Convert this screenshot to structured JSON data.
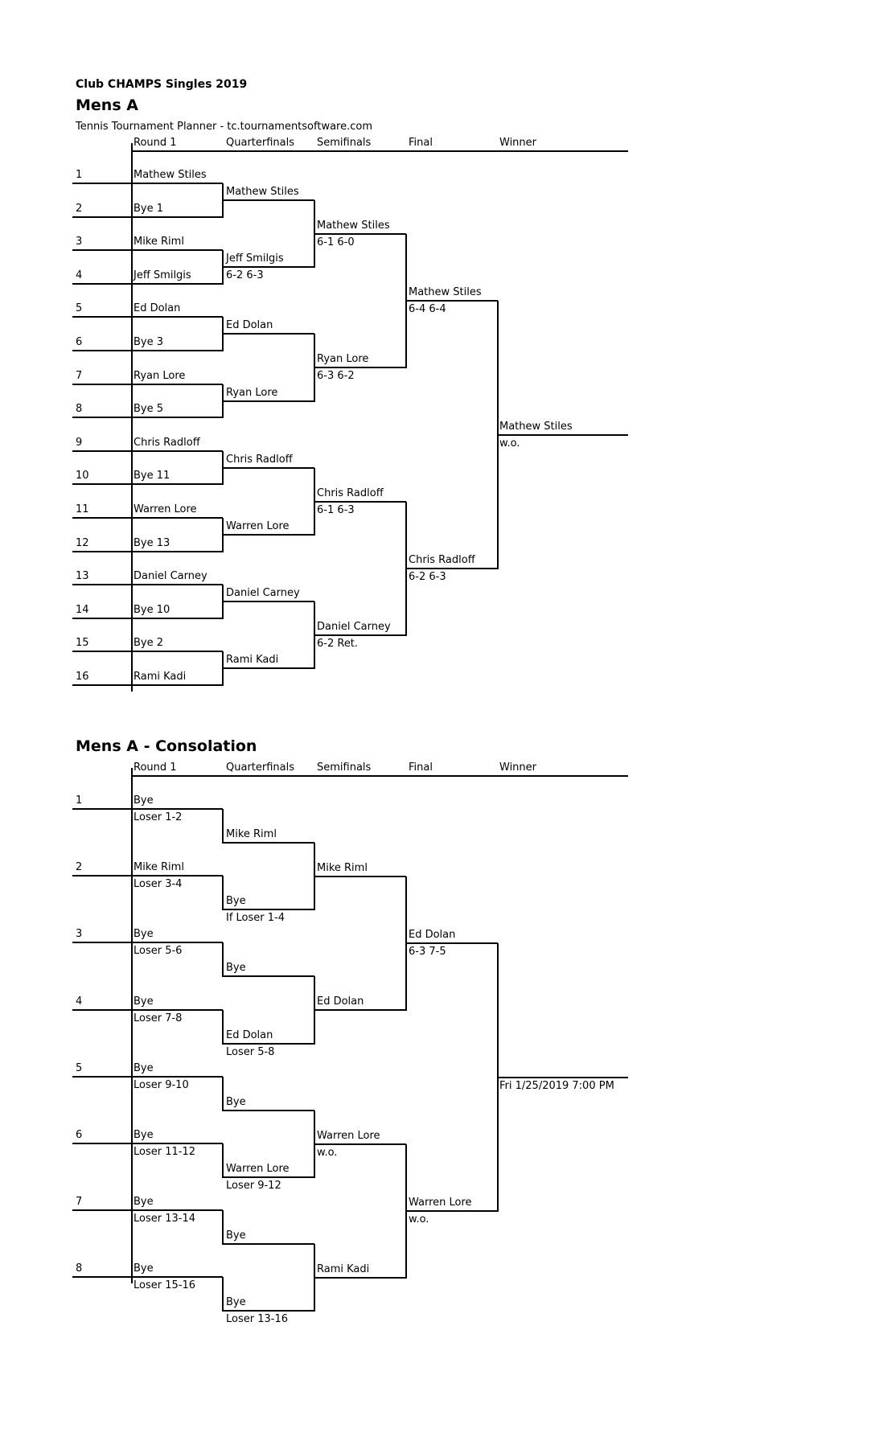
{
  "heading": {
    "club_title": "Club CHAMPS Singles 2019",
    "main_title": "Mens A",
    "software": "Tennis Tournament Planner - tc.tournamentsoftware.com",
    "consolation_title": "Mens A - Consolation"
  },
  "columns": [
    "Round 1",
    "Quarterfinals",
    "Semifinals",
    "Final",
    "Winner"
  ],
  "main_draw": {
    "round1": [
      {
        "num": "1",
        "name": "Mathew Stiles"
      },
      {
        "num": "2",
        "name": "Bye 1"
      },
      {
        "num": "3",
        "name": "Mike Riml"
      },
      {
        "num": "4",
        "name": "Jeff Smilgis"
      },
      {
        "num": "5",
        "name": "Ed Dolan"
      },
      {
        "num": "6",
        "name": "Bye 3"
      },
      {
        "num": "7",
        "name": "Ryan Lore"
      },
      {
        "num": "8",
        "name": "Bye 5"
      },
      {
        "num": "9",
        "name": "Chris Radloff"
      },
      {
        "num": "10",
        "name": "Bye 11"
      },
      {
        "num": "11",
        "name": "Warren Lore"
      },
      {
        "num": "12",
        "name": "Bye 13"
      },
      {
        "num": "13",
        "name": "Daniel Carney"
      },
      {
        "num": "14",
        "name": "Bye 10"
      },
      {
        "num": "15",
        "name": "Bye 2"
      },
      {
        "num": "16",
        "name": "Rami Kadi"
      }
    ],
    "quarterfinals": [
      {
        "name": "Mathew Stiles",
        "score": ""
      },
      {
        "name": "Jeff Smilgis",
        "score": "6-2 6-3"
      },
      {
        "name": "Ed Dolan",
        "score": ""
      },
      {
        "name": "Ryan Lore",
        "score": ""
      },
      {
        "name": "Chris Radloff",
        "score": ""
      },
      {
        "name": "Warren Lore",
        "score": ""
      },
      {
        "name": "Daniel Carney",
        "score": ""
      },
      {
        "name": "Rami Kadi",
        "score": ""
      }
    ],
    "semifinals": [
      {
        "name": "Mathew Stiles",
        "score": "6-1 6-0"
      },
      {
        "name": "Ryan Lore",
        "score": "6-3 6-2"
      },
      {
        "name": "Chris Radloff",
        "score": "6-1 6-3"
      },
      {
        "name": "Daniel Carney",
        "score": "6-2 Ret."
      }
    ],
    "final": [
      {
        "name": "Mathew Stiles",
        "score": "6-4 6-4"
      },
      {
        "name": "Chris Radloff",
        "score": "6-2 6-3"
      }
    ],
    "winner": {
      "name": "Mathew Stiles",
      "score": "w.o."
    }
  },
  "consolation_draw": {
    "round1": [
      {
        "num": "1",
        "top": "Bye",
        "bottom": "Loser  1-2"
      },
      {
        "num": "2",
        "top": "Mike Riml",
        "bottom": "Loser  3-4"
      },
      {
        "num": "3",
        "top": "Bye",
        "bottom": "Loser  5-6"
      },
      {
        "num": "4",
        "top": "Bye",
        "bottom": "Loser  7-8"
      },
      {
        "num": "5",
        "top": "Bye",
        "bottom": "Loser  9-10"
      },
      {
        "num": "6",
        "top": "Bye",
        "bottom": "Loser  11-12"
      },
      {
        "num": "7",
        "top": "Bye",
        "bottom": "Loser  13-14"
      },
      {
        "num": "8",
        "top": "Bye",
        "bottom": "Loser  15-16"
      }
    ],
    "quarterfinals": [
      {
        "name": "Mike Riml",
        "sub": ""
      },
      {
        "name": "Bye",
        "sub": "If Loser  1-4"
      },
      {
        "name": "Bye",
        "sub": ""
      },
      {
        "name": "Ed Dolan",
        "sub": "Loser  5-8"
      },
      {
        "name": "Bye",
        "sub": ""
      },
      {
        "name": "Warren Lore",
        "sub": "Loser  9-12"
      },
      {
        "name": "Bye",
        "sub": ""
      },
      {
        "name": "Bye",
        "sub": "Loser  13-16"
      }
    ],
    "semifinals": [
      {
        "name": "Mike Riml",
        "score": ""
      },
      {
        "name": "Ed Dolan",
        "score": ""
      },
      {
        "name": "Warren Lore",
        "score": "w.o."
      },
      {
        "name": "Rami Kadi",
        "score": ""
      }
    ],
    "final": [
      {
        "name": "Ed Dolan",
        "score": "6-3 7-5"
      },
      {
        "name": "Warren Lore",
        "score": "w.o."
      }
    ],
    "winner": {
      "name": "Fri 1/25/2019 7:00 PM"
    }
  }
}
